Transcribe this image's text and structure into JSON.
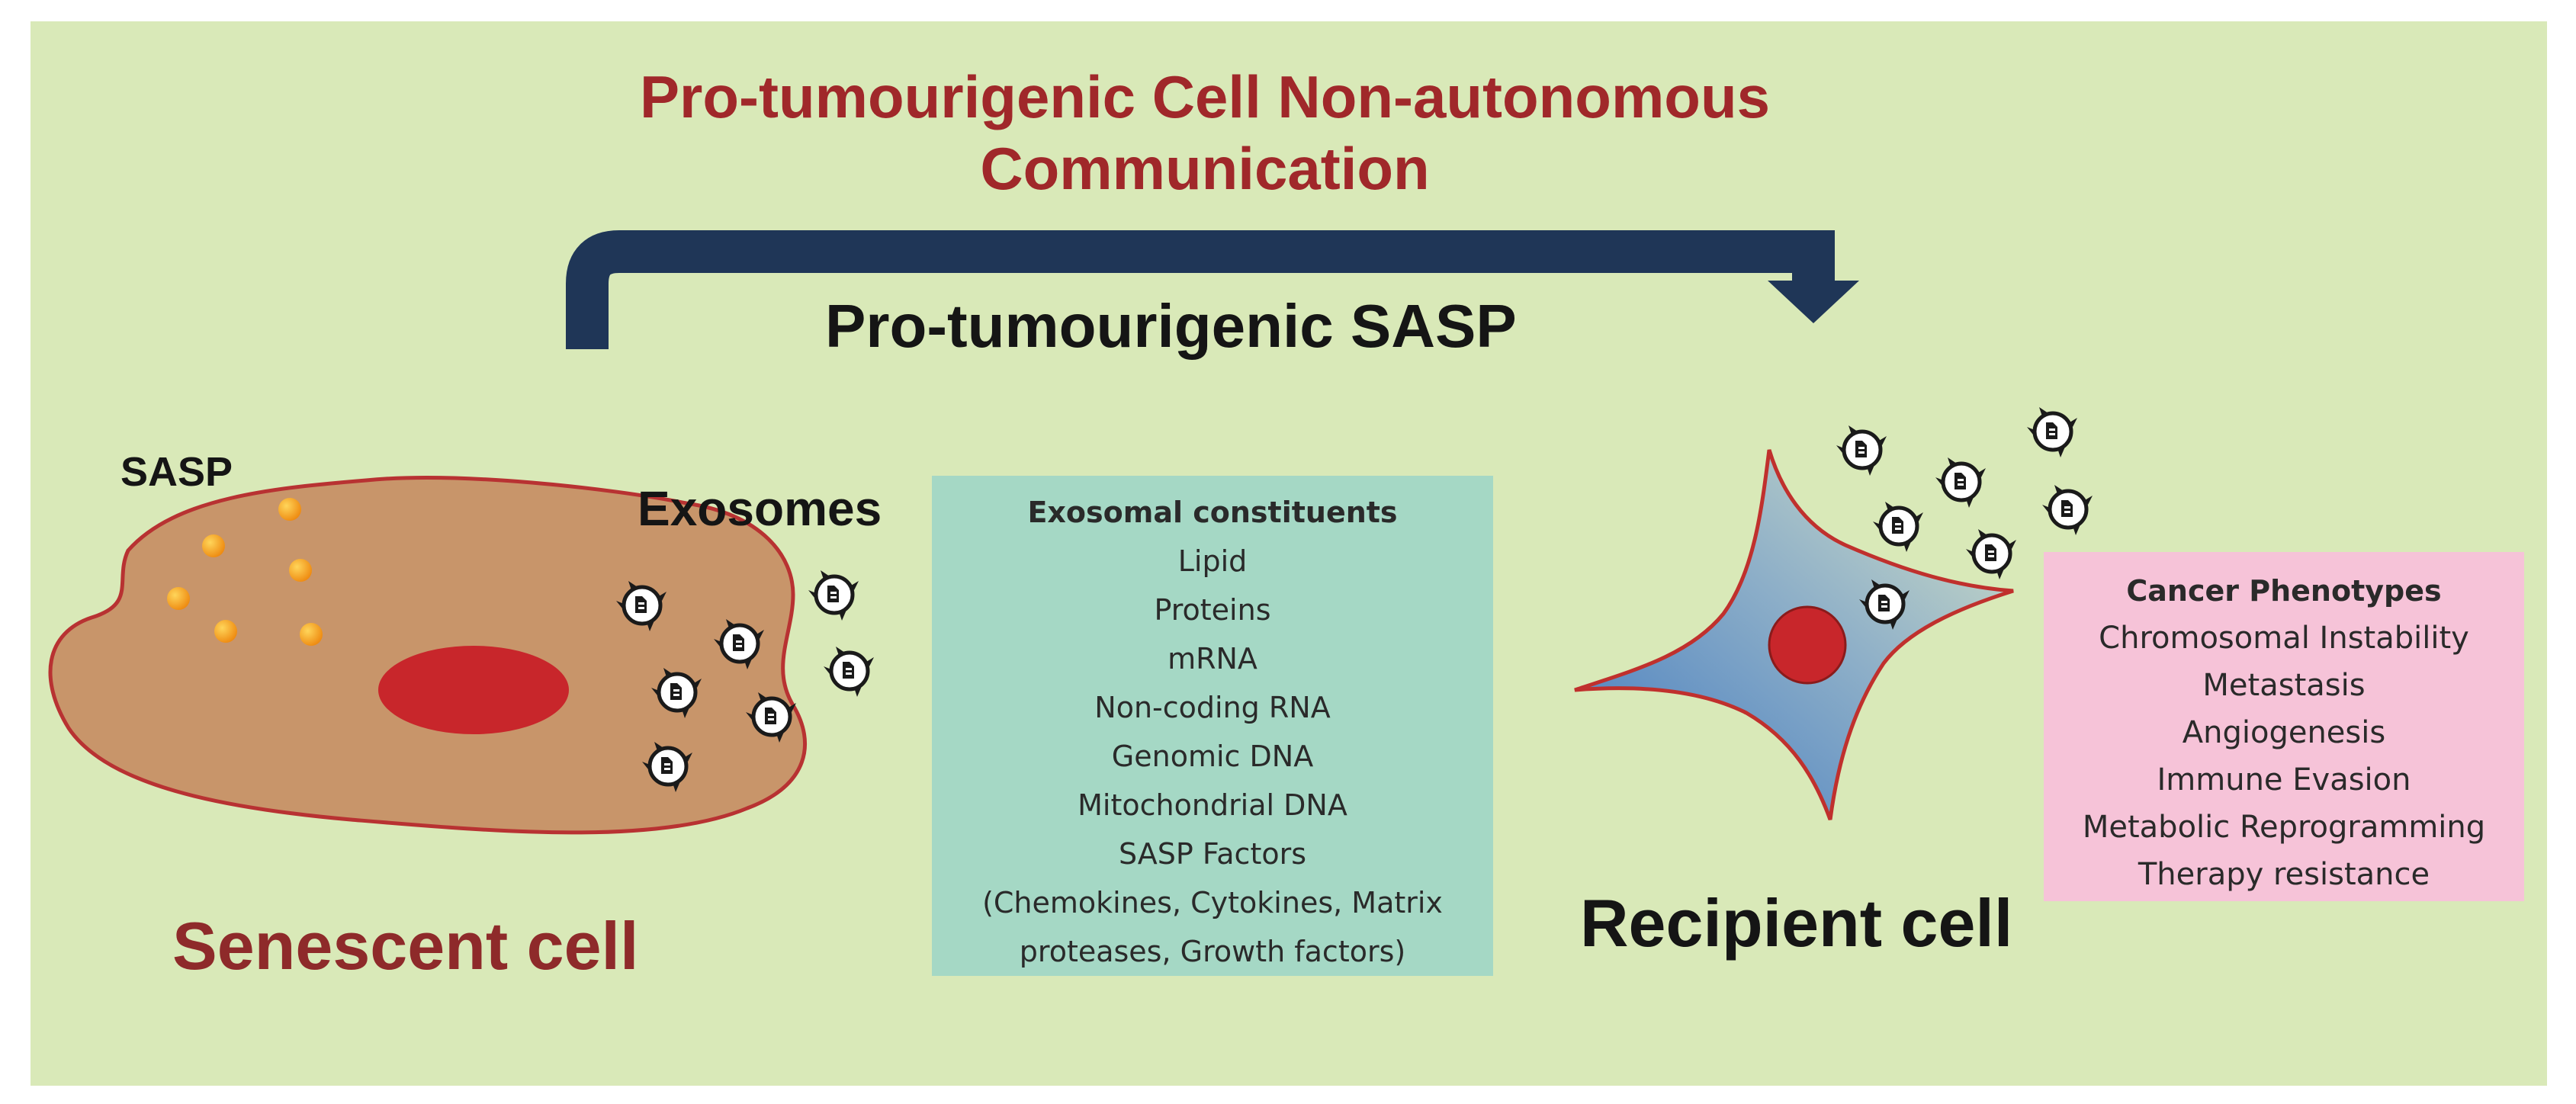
{
  "title": {
    "line1": "Pro-tumourigenic Cell Non-autonomous",
    "line2": "Communication"
  },
  "flow_label": "Pro-tumourigenic SASP",
  "senescent_cell": {
    "sasp_label": "SASP",
    "exosomes_label": "Exosomes",
    "name": "Senescent cell"
  },
  "exosomal_box": {
    "heading": "Exosomal constituents",
    "items": [
      "Lipid",
      "Proteins",
      "mRNA",
      "Non-coding RNA",
      "Genomic DNA",
      "Mitochondrial DNA",
      "SASP Factors",
      "(Chemokines, Cytokines, Matrix",
      "proteases, Growth factors)"
    ]
  },
  "recipient_cell": {
    "name": "Recipient cell"
  },
  "phenotype_box": {
    "heading": "Cancer Phenotypes",
    "items": [
      "Chromosomal Instability",
      "Metastasis",
      "Angiogenesis",
      "Immune Evasion",
      "Metabolic Reprogramming",
      "Therapy resistance"
    ]
  },
  "colors": {
    "background": "#d9e9b8",
    "title_red": "#a0282a",
    "arrow_navy": "#1f3657",
    "senescent_body": "#c8956a",
    "nucleus_red": "#c8262b",
    "recipient_gradient": [
      "#3f78c0",
      "#c8d8cf"
    ],
    "exosomal_box": "#a5d8c5",
    "phenotype_box": "#f6c3d8",
    "sasp_droplet": "#f5a623"
  },
  "icons": {
    "exosome": "exosome-vesicle-icon",
    "sasp_factor": "sasp-droplet-icon"
  }
}
